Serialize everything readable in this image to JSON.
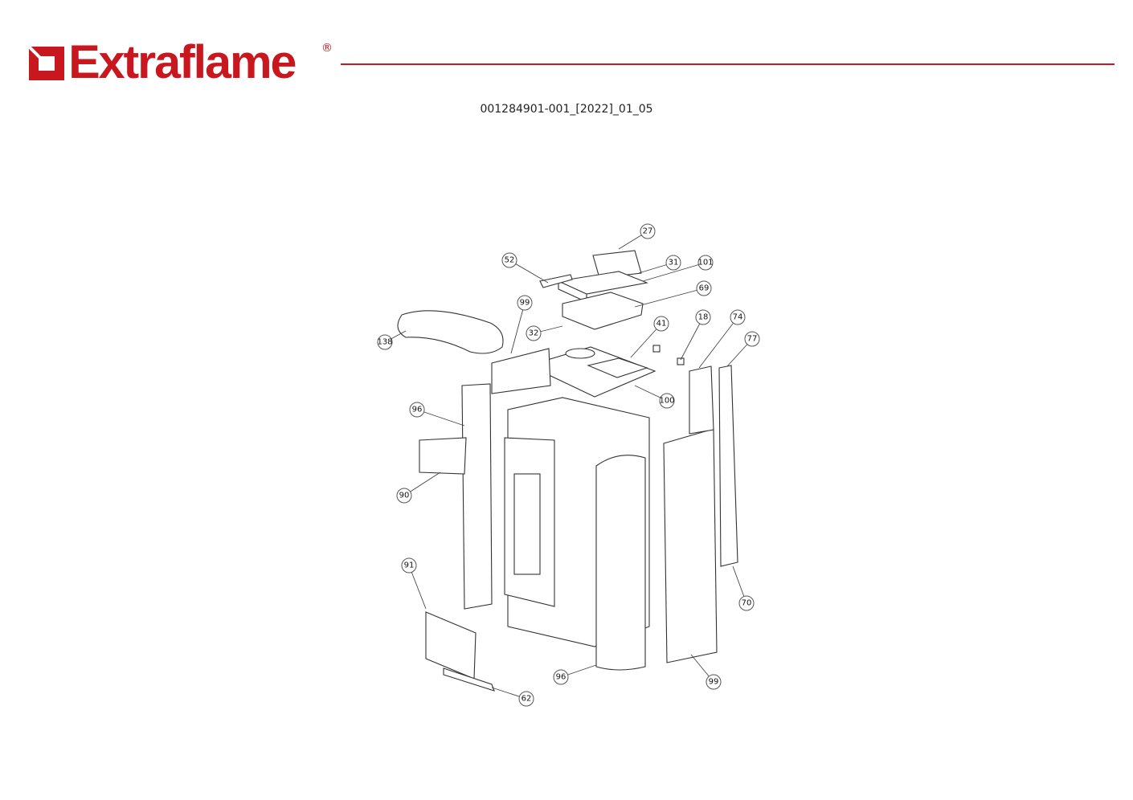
{
  "header": {
    "brand": "Extraflame",
    "registered_mark": "®",
    "document_code": "001284901-001_[2022]_01_05",
    "brand_color": "#c8171e"
  },
  "callouts": [
    "27",
    "52",
    "31",
    "101",
    "69",
    "99",
    "32",
    "41",
    "18",
    "74",
    "77",
    "138",
    "100",
    "96",
    "90",
    "91",
    "70",
    "96",
    "99",
    "62"
  ]
}
